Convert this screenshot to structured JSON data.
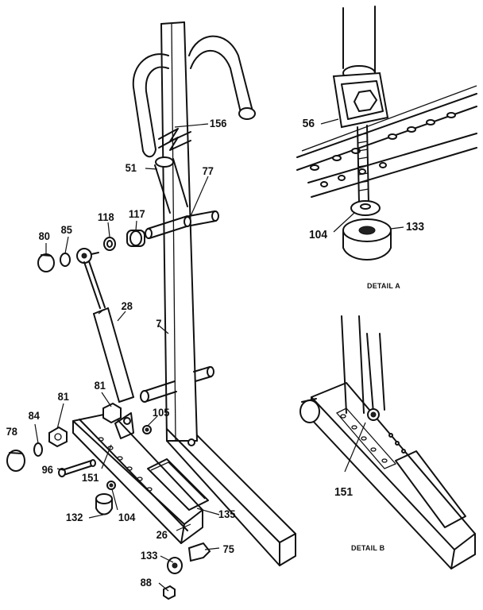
{
  "part_labels": {
    "p156": "156",
    "p51": "51",
    "p77": "77",
    "p118": "118",
    "p117": "117",
    "p80": "80",
    "p85": "85",
    "p28": "28",
    "p7": "7",
    "p81a": "81",
    "p105": "105",
    "p81b": "81",
    "p84": "84",
    "p78": "78",
    "p96": "96",
    "p151a": "151",
    "p132": "132",
    "p104a": "104",
    "p26": "26",
    "p135": "135",
    "p75": "75",
    "p133a": "133",
    "p88": "88",
    "p56": "56",
    "p104b": "104",
    "p133b": "133",
    "p151b": "151"
  },
  "captions": {
    "detail_a": "DETAIL A",
    "detail_b": "DETAIL B"
  }
}
